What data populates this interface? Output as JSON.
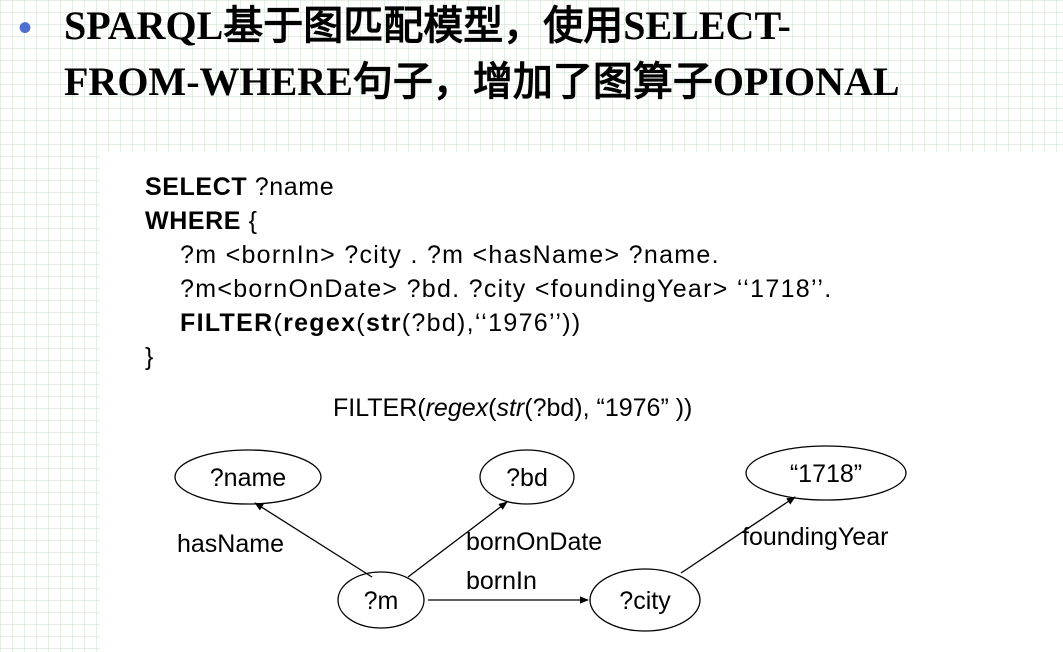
{
  "heading": {
    "bullet": "•",
    "line1": "SPARQL基于图匹配模型，使用SELECT-",
    "line2": "FROM-WHERE句子，增加了图算子OPIONAL"
  },
  "query": {
    "select_kw": "SELECT",
    "select_rest": " ?name",
    "where_kw": "WHERE",
    "where_rest": " {",
    "line3": "?m <bornIn> ?city . ?m <hasName> ?name.",
    "line4": "?m<bornOnDate> ?bd. ?city <foundingYear> ‘‘1718’’.",
    "filter_kw": "FILTER",
    "filter_open": "(",
    "regex_kw": "regex",
    "regex_open": "(",
    "str_kw": "str",
    "filter_tail": "(?bd),‘‘1976’’))",
    "close": "}"
  },
  "graph": {
    "filter_label": {
      "prefix": "FILTER(",
      "regex": "regex",
      "open": "(",
      "str": "str",
      "suffix": "(?bd), “1976” ))"
    },
    "nodes": {
      "name": "?name",
      "bd": "?bd",
      "year": "“1718”",
      "m": "?m",
      "city": "?city"
    },
    "edges": {
      "hasName": "hasName",
      "bornOnDate": "bornOnDate",
      "bornIn": "bornIn",
      "foundingYear": "foundingYear"
    }
  }
}
